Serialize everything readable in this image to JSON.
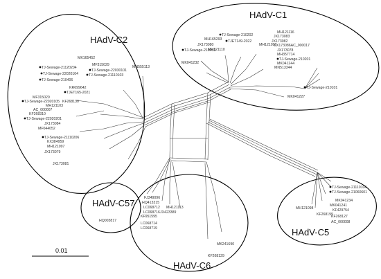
{
  "clades": [
    {
      "name": "HAdV-C1"
    },
    {
      "name": "HAdV-C2"
    },
    {
      "name": "HAdV-C57"
    },
    {
      "name": "HAdV-C6"
    },
    {
      "name": "HAdV-C5"
    }
  ],
  "scale_bar": {
    "label": "0.01"
  },
  "labels": {
    "c1": [
      {
        "text": "MH121116",
        "dot": false
      },
      {
        "text": "JX173083",
        "dot": false
      },
      {
        "text": "TJ-Sewage-210202",
        "dot": true
      },
      {
        "text": "MH165293",
        "dot": false
      },
      {
        "text": "TJET149-2022",
        "dot": true
      },
      {
        "text": "JX173082",
        "dot": false
      },
      {
        "text": "JX173080",
        "dot": false
      },
      {
        "text": "LX173086AC_000017",
        "dot": false
      },
      {
        "text": "MH121096",
        "dot": false
      },
      {
        "text": "TJ-Sewage-210403",
        "dot": true
      },
      {
        "text": "MH121110",
        "dot": false
      },
      {
        "text": "JX173078",
        "dot": false
      },
      {
        "text": "MH357714",
        "dot": false
      },
      {
        "text": "TJ-Sewage-210201",
        "dot": true
      },
      {
        "text": "MK041244",
        "dot": false
      },
      {
        "text": "MN513344",
        "dot": false
      },
      {
        "text": "MK041232",
        "dot": false
      },
      {
        "text": "MN555113",
        "dot": false
      },
      {
        "text": "TJ-Sewage-210101",
        "dot": true
      },
      {
        "text": "MK041227",
        "dot": false
      }
    ],
    "c2": [
      {
        "text": "MK165452",
        "dot": false
      },
      {
        "text": "MF315029",
        "dot": false
      },
      {
        "text": "TJ-Sewage-21120204",
        "dot": true
      },
      {
        "text": "TJ-Sewage-22030101",
        "dot": true
      },
      {
        "text": "TJ-Sewage-22020104",
        "dot": true
      },
      {
        "text": "TJ-Sewage-21110103",
        "dot": true
      },
      {
        "text": "TJ-Sewage-210406",
        "dot": true
      },
      {
        "text": "KR699642",
        "dot": false
      },
      {
        "text": "TJET165-2021",
        "dot": true
      },
      {
        "text": "MF315020",
        "dot": false
      },
      {
        "text": "KF268130",
        "dot": false
      },
      {
        "text": "TJ-Sewage-22020105",
        "dot": true
      },
      {
        "text": "MH121103",
        "dot": false
      },
      {
        "text": "AC_000007",
        "dot": false
      },
      {
        "text": "KF268310",
        "dot": false
      },
      {
        "text": "TJ-Sewage-22020201",
        "dot": true
      },
      {
        "text": "JX173084",
        "dot": false
      },
      {
        "text": "MF044052",
        "dot": false
      },
      {
        "text": "TJ-Sewage-21110206",
        "dot": true
      },
      {
        "text": "KX384959",
        "dot": false
      },
      {
        "text": "MH121097",
        "dot": false
      },
      {
        "text": "JX173079",
        "dot": false
      },
      {
        "text": "JX173081",
        "dot": false
      }
    ],
    "c57": [
      {
        "text": "HQ003817",
        "dot": false
      }
    ],
    "c6": [
      {
        "text": "FJ349096",
        "dot": false
      },
      {
        "text": "HQ413315",
        "dot": false
      },
      {
        "text": "LC068712",
        "dot": false
      },
      {
        "text": "MH121113",
        "dot": false
      },
      {
        "text": "LC068716",
        "dot": false
      },
      {
        "text": "JX423389",
        "dot": false
      },
      {
        "text": "KF951595",
        "dot": false
      },
      {
        "text": "LC068714",
        "dot": false
      },
      {
        "text": "LC068719",
        "dot": false
      },
      {
        "text": "MK241690",
        "dot": false
      },
      {
        "text": "KF268129",
        "dot": false
      }
    ],
    "c5": [
      {
        "text": "TJ-Sewage-21110104",
        "dot": true
      },
      {
        "text": "TJ-Sewage-21060601",
        "dot": true
      },
      {
        "text": "MK041234",
        "dot": false
      },
      {
        "text": "MK041241",
        "dot": false
      },
      {
        "text": "MH121098",
        "dot": false
      },
      {
        "text": "KF429754",
        "dot": false
      },
      {
        "text": "KF268199",
        "dot": false
      },
      {
        "text": "KF268127",
        "dot": false
      },
      {
        "text": "AC_000008",
        "dot": false
      }
    ]
  }
}
